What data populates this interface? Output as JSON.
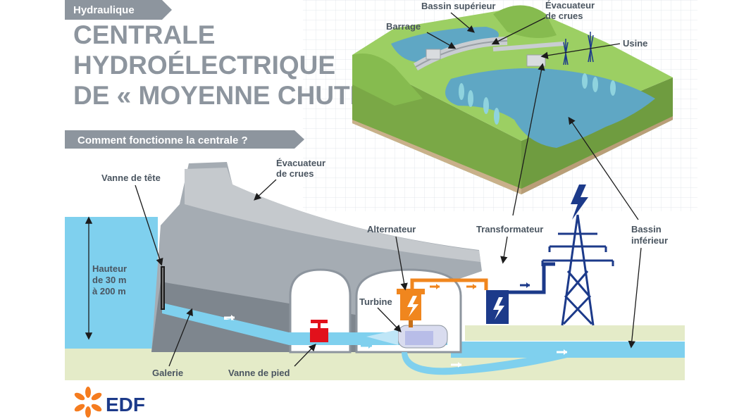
{
  "header": {
    "category": "Hydraulique",
    "title_lines": [
      "CENTRALE",
      "HYDROÉLECTRIQUE",
      "DE « MOYENNE CHUTE »"
    ],
    "section": "Comment fonctionne la centrale ?"
  },
  "aerial_labels": {
    "upper_basin": "Bassin supérieur",
    "dam": "Barrage",
    "spillway_1": "Évacuateur",
    "spillway_2": "de crues",
    "plant": "Usine"
  },
  "diagram_labels": {
    "head_gate": "Vanne de tête",
    "spillway_1": "Évacuateur",
    "spillway_2": "de crues",
    "height_1": "Hauteur",
    "height_2": "de 30 m",
    "height_3": "à 200 m",
    "gallery": "Galerie",
    "foot_gate": "Vanne de pied",
    "turbine": "Turbine",
    "alternator": "Alternateur",
    "transformer": "Transformateur",
    "lower_basin_1": "Bassin",
    "lower_basin_2": "inférieur"
  },
  "brand": {
    "logo_text": "EDF"
  },
  "colors": {
    "water": "#7fd0ee",
    "water_deep": "#2aa7dd",
    "concrete": "#b9bec4",
    "concrete_dark": "#8d959e",
    "ground": "#e4ebc8",
    "terrain": "#8fc85a",
    "orange": "#f0861e",
    "navy": "#1c3a8a",
    "red_valve": "#e2111b",
    "banner": "#8d959e"
  },
  "icons": [
    "lightning-icon",
    "flow-arrow-icon",
    "pylon-icon",
    "edf-logo-icon"
  ]
}
